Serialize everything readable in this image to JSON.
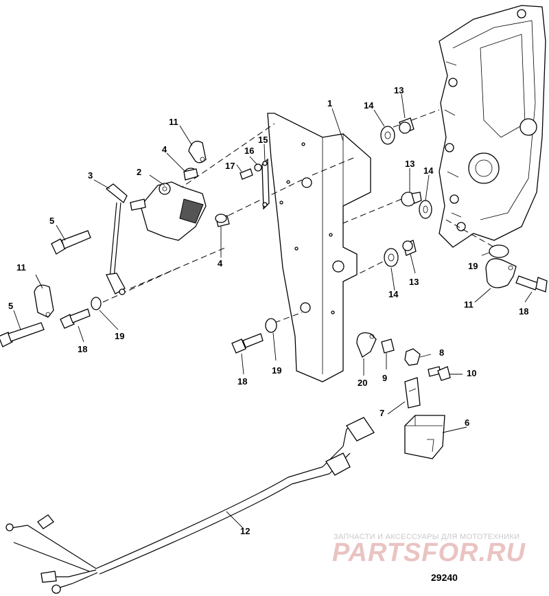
{
  "diagram": {
    "figure_number": "29240",
    "watermark_text": "ЗАПЧАСТИ И АКСЕССУАРЫ ДЛЯ МОТОТЕХНИКИ",
    "watermark_logo": "PARTSFOR.RU",
    "callouts": {
      "c1": "1",
      "c2": "2",
      "c3": "3",
      "c4a": "4",
      "c4b": "4",
      "c5a": "5",
      "c5b": "5",
      "c6": "6",
      "c7": "7",
      "c8": "8",
      "c9": "9",
      "c10": "10",
      "c11a": "11",
      "c11b": "11",
      "c11c": "11",
      "c12": "12",
      "c13a": "13",
      "c13b": "13",
      "c13c": "13",
      "c14a": "14",
      "c14b": "14",
      "c14c": "14",
      "c15": "15",
      "c16": "16",
      "c17": "17",
      "c18a": "18",
      "c18b": "18",
      "c18c": "18",
      "c19a": "19",
      "c19b": "19",
      "c19c": "19",
      "c20": "20"
    }
  }
}
